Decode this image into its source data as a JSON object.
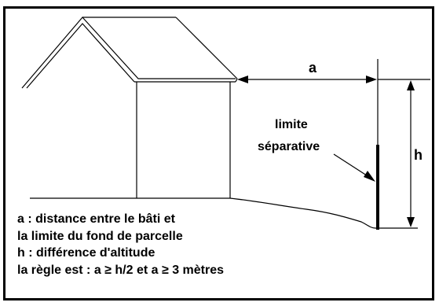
{
  "labels": {
    "a": "a",
    "h": "h",
    "limit_line1": "limite",
    "limit_line2": "séparative"
  },
  "legend": [
    "a : distance entre le bâti et",
    "la limite du fond de parcelle",
    "h : différence d'altitude",
    "la règle est : a ≥ h/2  et a ≥ 3 mètres"
  ],
  "colors": {
    "line": "#000000",
    "background": "#ffffff"
  }
}
